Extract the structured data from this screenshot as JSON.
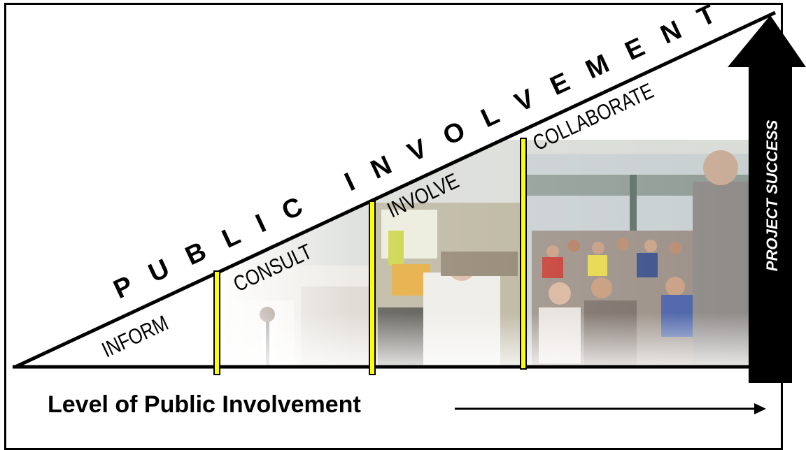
{
  "diagram": {
    "title": "P U B L I C   I N V O L V E M E N T",
    "stages": [
      {
        "label": "INFORM"
      },
      {
        "label": "CONSULT"
      },
      {
        "label": "INVOLVE"
      },
      {
        "label": "COLLABORATE"
      }
    ],
    "success_arrow_label": "PROJECT SUCCESS",
    "axis_label": "Level of Public Involvement",
    "colors": {
      "divider": "#ffff00",
      "line": "#000000",
      "arrow": "#000000",
      "arrow_text": "#ffffff"
    },
    "icons": {
      "photo_collage": "meeting-crowd-photo",
      "direction_arrow": "right-arrow-icon"
    }
  }
}
